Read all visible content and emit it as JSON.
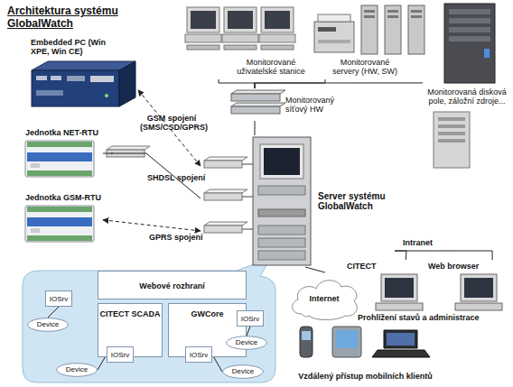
{
  "diagram": {
    "title": "Architektura systému GlobalWatch",
    "nodes": [
      {
        "text": [
          "Embedded PC (Win XPE, Win CE)"
        ]
      },
      {
        "text": [
          "Jednotka NET-RTU"
        ]
      },
      {
        "text": [
          "Jednotka GSM-RTU"
        ]
      },
      {
        "text": [
          "Monitorované uživatelské stanice"
        ]
      },
      {
        "text": [
          "Monitorované servery (HW, SW)"
        ]
      },
      {
        "text": [
          "Monitorovaná disková pole, záložní zdroje..."
        ]
      },
      {
        "text": [
          "Monitorovaný síťový HW"
        ]
      },
      {
        "text": [
          "Server systému GlobalWatch"
        ]
      },
      {
        "text": [
          "Webové rozhraní"
        ]
      },
      {
        "text": [
          "CITECT SCADA"
        ]
      },
      {
        "text": [
          "GWCore"
        ]
      },
      {
        "text": [
          "IOSrv"
        ]
      },
      {
        "text": [
          "Device"
        ]
      },
      {
        "text": [
          "IOSrv"
        ]
      },
      {
        "text": [
          "Device"
        ]
      },
      {
        "text": [
          "IOSrv"
        ]
      },
      {
        "text": [
          "Device"
        ]
      },
      {
        "text": [
          "IOSrv"
        ]
      },
      {
        "text": [
          "Device"
        ]
      },
      {
        "text": [
          "Internet"
        ]
      },
      {
        "text": [
          "CITECT"
        ]
      },
      {
        "text": [
          "Web browser"
        ]
      },
      {
        "text": [
          "Vzdálený přístup mobilních klientů"
        ]
      }
    ],
    "edges": [
      {
        "from": 0,
        "to": 7,
        "label": "GSM spojení (SMS/CSD/GPRS)",
        "arrow": "both"
      },
      {
        "from": 1,
        "to": 7,
        "label": "SHDSL spojení",
        "arrow": "none"
      },
      {
        "from": 2,
        "to": 7,
        "label": "GPRS spojení",
        "arrow": "both"
      },
      {
        "from": 3,
        "to": 6,
        "arrow": "none"
      },
      {
        "from": 4,
        "to": 6,
        "arrow": "none"
      },
      {
        "from": 5,
        "to": 6,
        "arrow": "none"
      },
      {
        "from": 6,
        "to": 7,
        "arrow": "none"
      },
      {
        "from": 7,
        "to": 19,
        "arrow": "none"
      },
      {
        "from": 7,
        "to": 20,
        "arrow": "none"
      },
      {
        "from": 7,
        "to": 21,
        "arrow": "none"
      },
      {
        "from": 11,
        "to": 12,
        "arrow": "none"
      },
      {
        "from": 13,
        "to": 14,
        "arrow": "none"
      },
      {
        "from": 15,
        "to": 16,
        "arrow": "none"
      },
      {
        "from": 17,
        "to": 18,
        "arrow": "none"
      }
    ],
    "labels": [
      "Intranet",
      "Prohlížení stavů a administrace"
    ]
  }
}
